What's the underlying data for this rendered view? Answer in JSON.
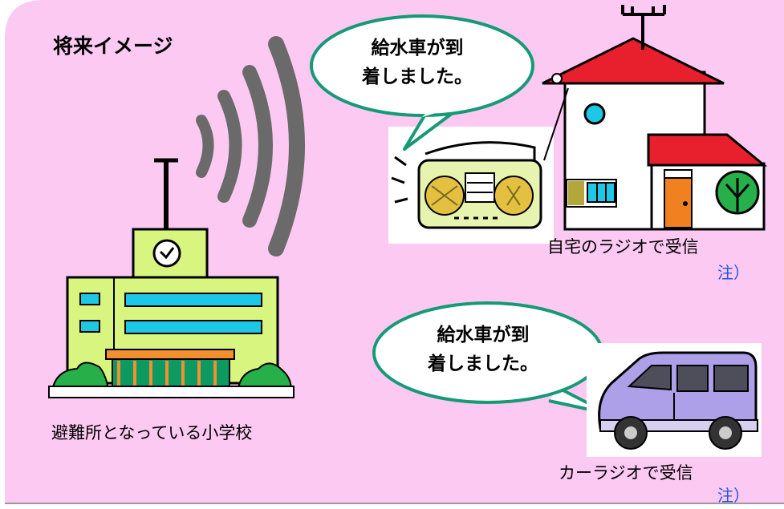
{
  "title": "将来イメージ",
  "bubble_house": [
    "給水車が到",
    "着しました。"
  ],
  "bubble_car": [
    "給水車が到",
    "着しました。"
  ],
  "caption_school": "避難所となっている小学校",
  "caption_house": "自宅のラジオで受信",
  "caption_car": "カーラジオで受信",
  "note_label": "注）",
  "colors": {
    "background": "#fcc9f2",
    "bubble_fill": "#ffffff",
    "bubble_border": "#169a76",
    "school_body": "#d7f57f",
    "school_window": "#1ec7e6",
    "school_door": "#0c9a62",
    "roof_red": "#e8202e",
    "van": "#ad9fe8",
    "door_orange": "#f08020",
    "tree_green": "#27b04a",
    "signal_gray": "#6a6a6a",
    "note_blue": "#2255dd"
  },
  "icons": [
    "radio-wave-icon",
    "school-building-icon",
    "clock-icon",
    "house-icon",
    "antenna-icon",
    "radio-icon",
    "tree-icon",
    "van-icon"
  ]
}
